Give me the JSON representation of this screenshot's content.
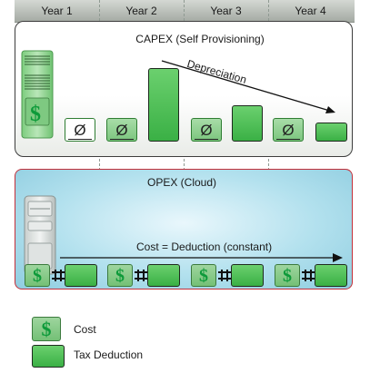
{
  "years": [
    "Year 1",
    "Year 2",
    "Year 3",
    "Year 4"
  ],
  "capex": {
    "title": "CAPEX (Self Provisioning)",
    "arrow_label": "Depreciation",
    "zero_symbol": "Ø",
    "dollar_symbol": "$"
  },
  "opex": {
    "title": "OPEX (Cloud)",
    "arrow_label": "Cost = Deduction (constant)",
    "dollar_symbol": "$"
  },
  "legend": {
    "cost_label": "Cost",
    "tax_label": "Tax Deduction",
    "dollar_symbol": "$"
  },
  "colors": {
    "green": "#3ab045",
    "light_green": "#9ed59e",
    "capex_border": "#3d3d3d",
    "opex_border": "#c4303a",
    "opex_fill": "#b3e1ee"
  }
}
